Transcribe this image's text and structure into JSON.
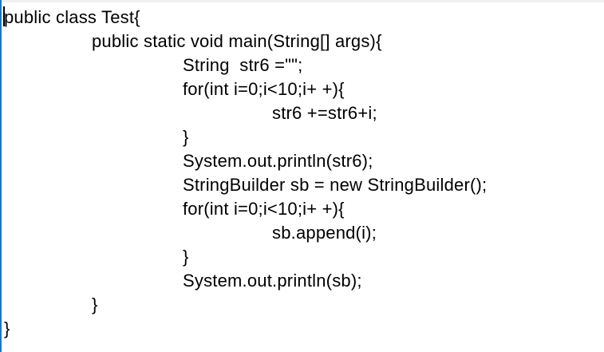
{
  "editor": {
    "caret_visible": true,
    "colors": {
      "background": "#ffffff",
      "text": "#000000",
      "left_border": "#2176bd",
      "top_strip": "#f0f0f0",
      "caret": "#000000"
    },
    "code_lines": [
      {
        "indent": 0,
        "text": "public class Test{"
      },
      {
        "indent": 1,
        "text": "public static void main(String[] args){"
      },
      {
        "indent": 2,
        "text": "String  str6 =\"\";"
      },
      {
        "indent": 2,
        "text": "for(int i=0;i<10;i+ +){"
      },
      {
        "indent": 3,
        "text": "str6 +=str6+i;"
      },
      {
        "indent": 2,
        "text": "}"
      },
      {
        "indent": 2,
        "text": "System.out.println(str6);"
      },
      {
        "indent": 2,
        "text": "StringBuilder sb = new StringBuilder();"
      },
      {
        "indent": 2,
        "text": "for(int i=0;i<10;i+ +){"
      },
      {
        "indent": 3,
        "text": "sb.append(i);"
      },
      {
        "indent": 2,
        "text": "}"
      },
      {
        "indent": 2,
        "text": "System.out.println(sb);"
      },
      {
        "indent": 1,
        "text": "}"
      },
      {
        "indent": 0,
        "text": "}"
      }
    ]
  }
}
